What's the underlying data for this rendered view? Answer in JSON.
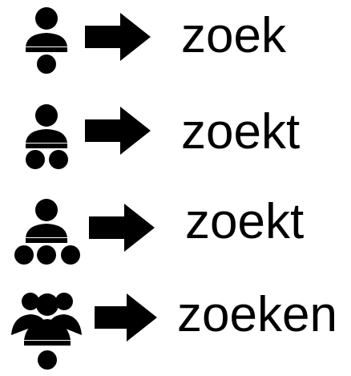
{
  "colors": {
    "ink": "#000000",
    "background": "#ffffff"
  },
  "rows": [
    {
      "icon": "person-with-one-dot-icon",
      "arrow": "arrow-right-icon",
      "word": "zoek"
    },
    {
      "icon": "person-with-two-dots-icon",
      "arrow": "arrow-right-icon",
      "word": "zoekt"
    },
    {
      "icon": "person-with-three-dots-icon",
      "arrow": "arrow-right-icon",
      "word": "zoekt"
    },
    {
      "icon": "group-with-one-dot-icon",
      "arrow": "arrow-right-icon",
      "word": "zoeken"
    }
  ]
}
